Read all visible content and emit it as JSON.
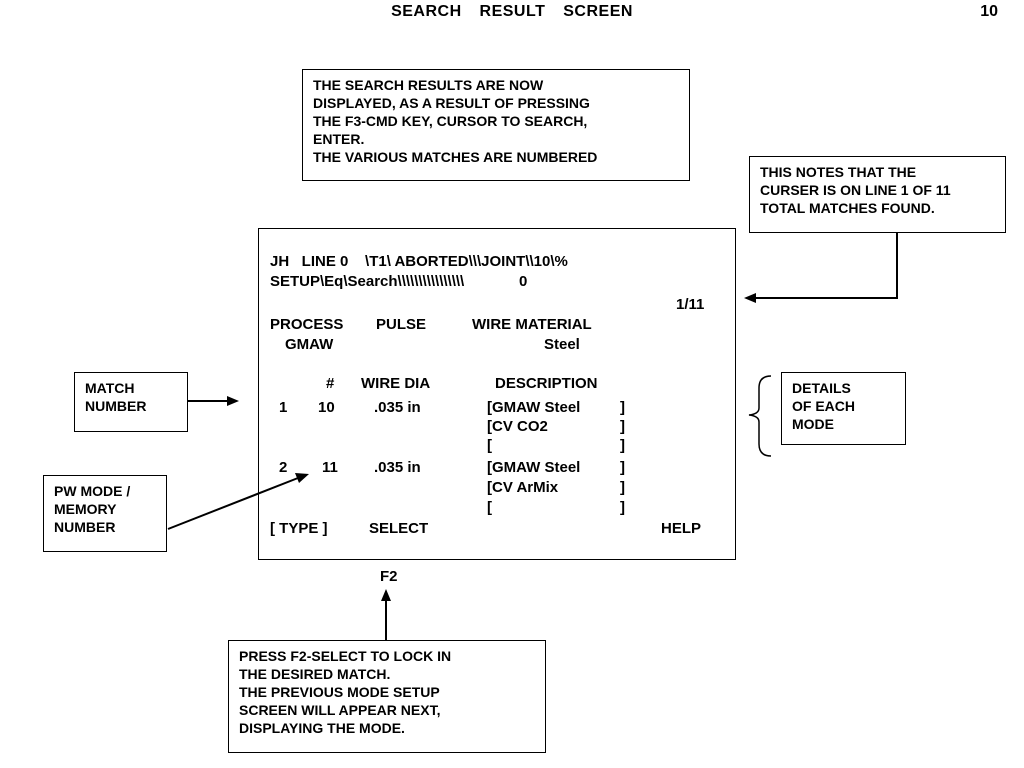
{
  "header": {
    "title": "SEARCH  RESULT  SCREEN",
    "page_number": "10"
  },
  "notes": {
    "top": "THE SEARCH RESULTS ARE NOW\nDISPLAYED, AS A RESULT OF PRESSING\nTHE F3-CMD KEY, CURSOR TO SEARCH,\nENTER.\nTHE VARIOUS MATCHES ARE NUMBERED",
    "right_top": "THIS NOTES THAT THE\nCURSER IS ON LINE 1 OF 11\nTOTAL MATCHES FOUND.",
    "match_number": "MATCH\nNUMBER",
    "pw_mode": "PW MODE /\nMEMORY\nNUMBER",
    "details": " DETAILS\nOF EACH\nMODE",
    "bottom": "PRESS F2-SELECT TO LOCK IN\nTHE DESIRED MATCH.\nTHE PREVIOUS MODE SETUP\nSCREEN WILL APPEAR NEXT,\nDISPLAYING THE MODE."
  },
  "screen": {
    "status_line1": "JH   LINE 0    \\T1\\ ABORTED\\\\\\JOINT\\\\10\\%",
    "setup_path": "SETUP\\Eq\\Search\\\\\\\\\\\\\\\\\\\\\\\\\\\\\\\\",
    "setup_value": "0",
    "position": "1/11",
    "headers": {
      "process": "PROCESS",
      "pulse": "PULSE",
      "wire_material": "WIRE MATERIAL"
    },
    "process_value": "GMAW",
    "wire_material_value": "Steel",
    "columns": {
      "number": "#",
      "wire_dia": "WIRE DIA",
      "description": "DESCRIPTION"
    },
    "matches": [
      {
        "index": "1",
        "mode": "10",
        "wire_dia": ".035 in",
        "description": [
          "[GMAW Steel",
          "[CV CO2",
          "["
        ]
      },
      {
        "index": "2",
        "mode": "11",
        "wire_dia": ".035 in",
        "description": [
          "[GMAW Steel",
          "[CV ArMix",
          "["
        ]
      }
    ],
    "bracket_close": "]",
    "softkeys": {
      "type": "[ TYPE ]",
      "select": "SELECT",
      "help": "HELP"
    }
  },
  "key_label": "F2"
}
